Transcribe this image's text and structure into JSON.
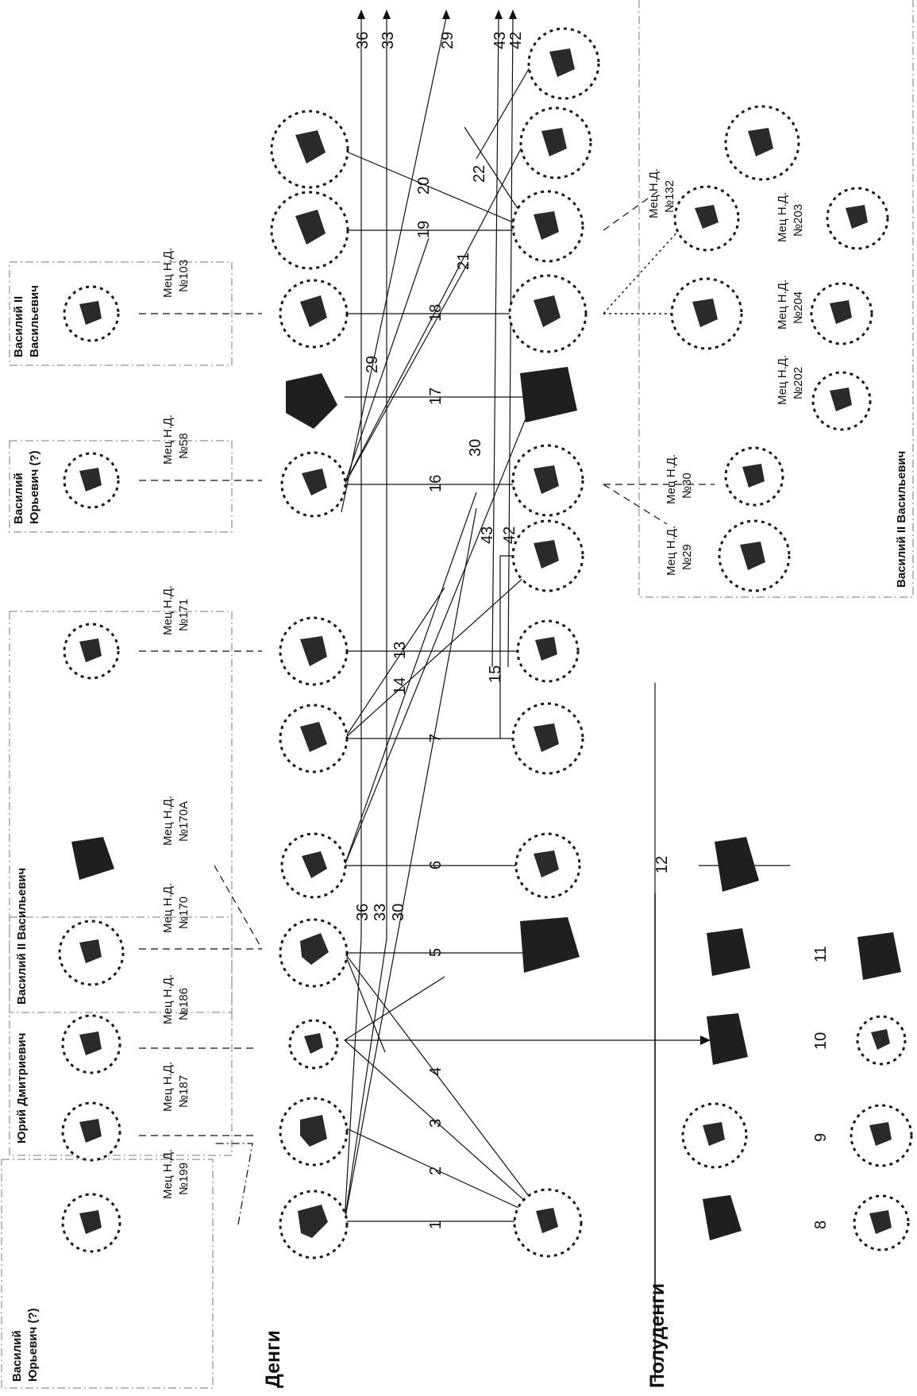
{
  "sections": {
    "dengi": "Денги",
    "poludengi": "Полуденги"
  },
  "rulers": {
    "vasily_yurievich_left": [
      "Василий",
      "Юрьевич (?)"
    ],
    "yury_dmitrievich": "Юрий Дмитриевич",
    "vasily_ii_mid": "Василий II Васильевич",
    "vasily_yurievich_top": [
      "Василий",
      "Юрьевич (?)"
    ],
    "vasily_ii_top": [
      "Василий II",
      "Васильевич"
    ],
    "vasily_ii_right": "Василий II Васильевич"
  },
  "references": {
    "r199": [
      "Мец Н.Д.",
      "№199"
    ],
    "r187": [
      "Мец Н.Д.",
      "№187"
    ],
    "r186": [
      "Мец Н.Д.",
      "№186"
    ],
    "r170": [
      "Мец Н.Д.",
      "№170"
    ],
    "r170a": [
      "Мец Н.Д.",
      "№170А"
    ],
    "r171": [
      "Мец Н.Д.",
      "№171"
    ],
    "r58": [
      "Мец Н.Д.",
      "№58"
    ],
    "r103": [
      "Мец Н.Д.",
      "№103"
    ],
    "r132": [
      "Мец Н.Д.",
      "№132"
    ],
    "r29": [
      "Мец Н.Д.",
      "№29"
    ],
    "r30": [
      "Мец Н.Д.",
      "№30"
    ],
    "r202": [
      "Мец Н.Д.",
      "№202"
    ],
    "r203": [
      "Мец Н.Д.",
      "№203"
    ],
    "r204": [
      "Мец Н.Д.",
      "№204"
    ]
  },
  "die_links": {
    "n1": "1",
    "n2": "2",
    "n3": "3",
    "n4": "4",
    "n5": "5",
    "n6": "6",
    "n7": "7",
    "n8": "8",
    "n9": "9",
    "n10": "10",
    "n11": "11",
    "n12": "12",
    "n13": "13",
    "n14": "14",
    "n15": "15",
    "n16": "16",
    "n17": "17",
    "n18": "18",
    "n19": "19",
    "n20": "20",
    "n21": "21",
    "n22": "22",
    "n29": "29",
    "n30": "30",
    "n33": "33",
    "n36": "36",
    "n42": "42",
    "n43": "43"
  },
  "arrow_labels": {
    "a36": "36",
    "a33": "33",
    "a29": "29",
    "a43": "43",
    "a42": "42"
  },
  "bottom_labels": {
    "b36": "36",
    "b33": "33",
    "b30": "30"
  },
  "colors": {
    "ink": "#111111",
    "box": "#777777"
  }
}
